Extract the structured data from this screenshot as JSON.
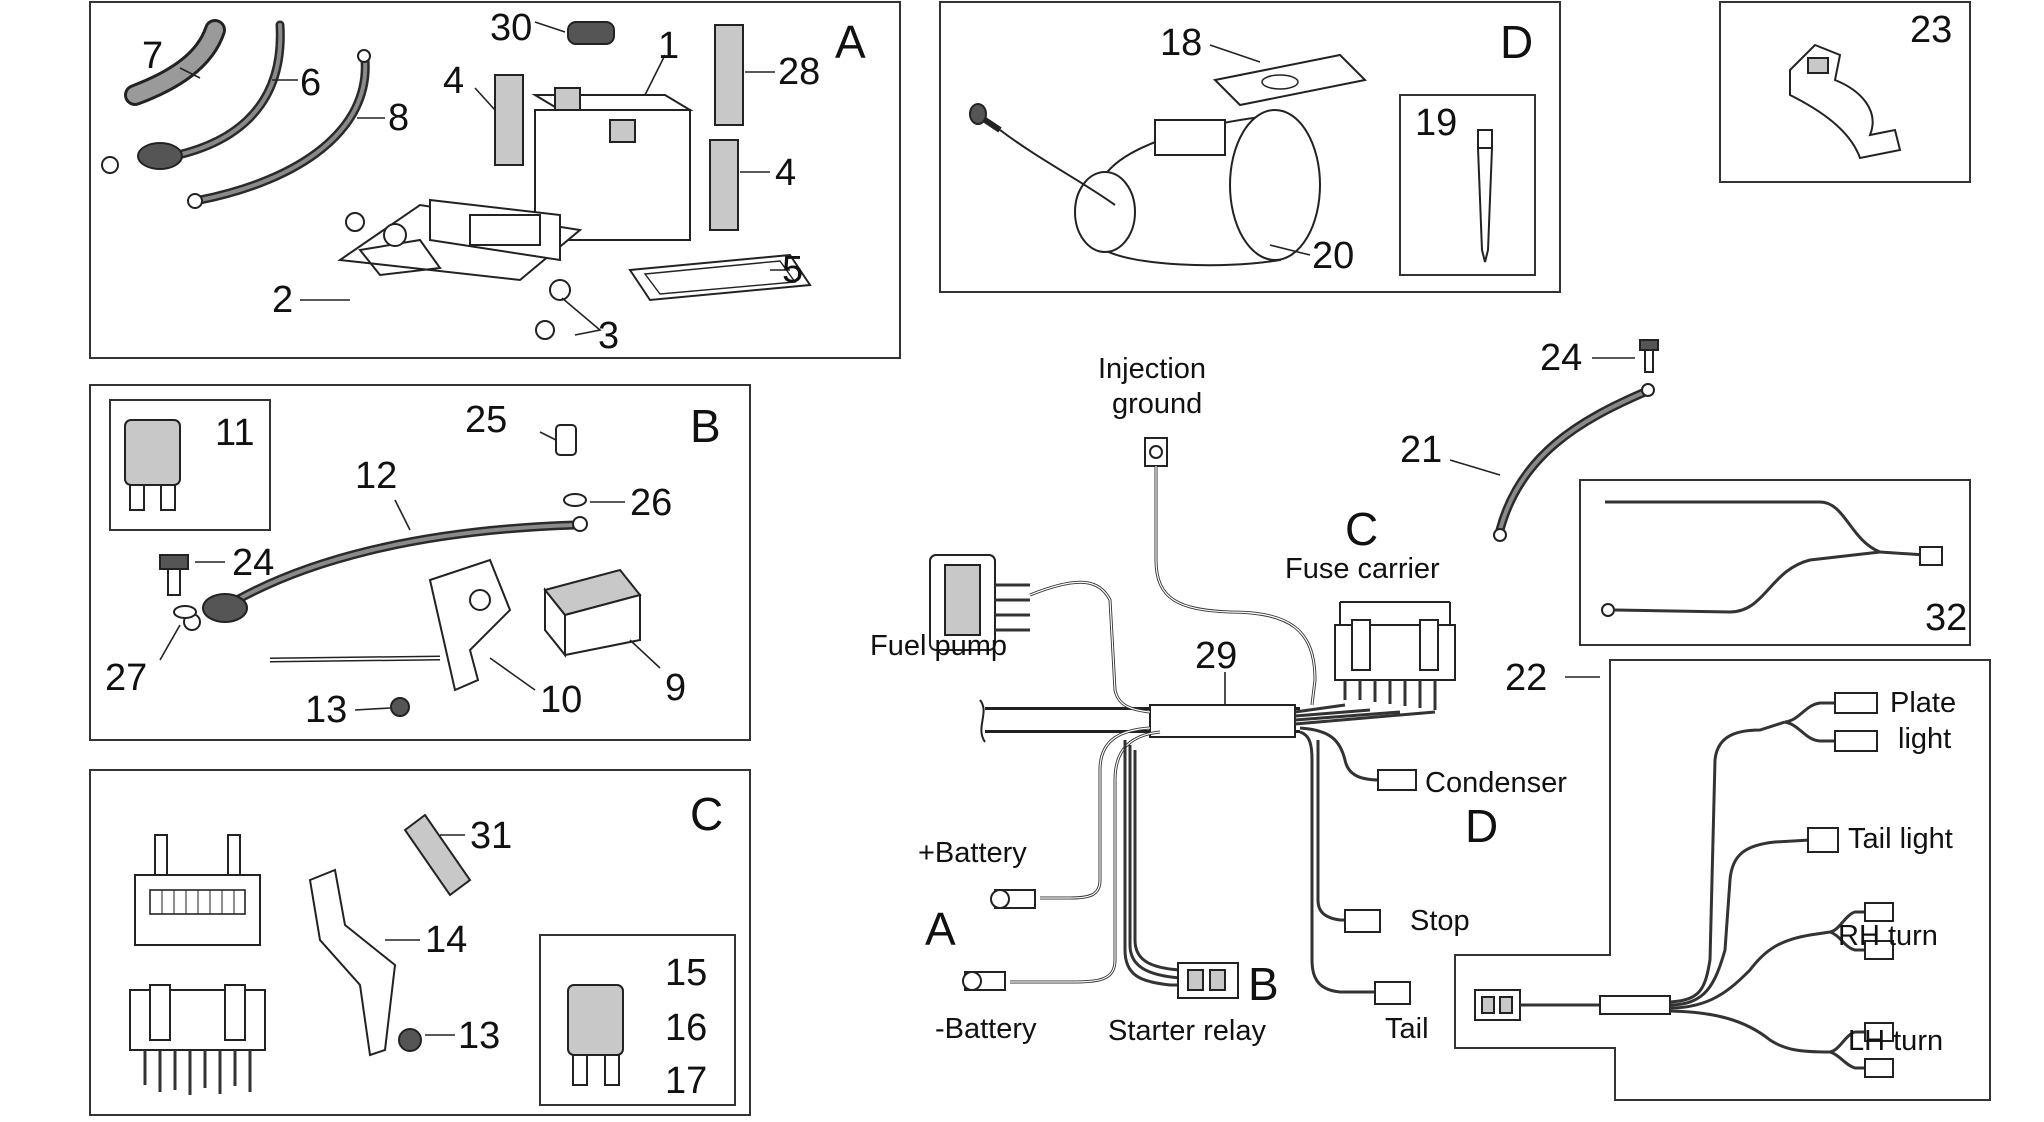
{
  "panels": {
    "A": {
      "letter": "A",
      "numbers": [
        "7",
        "6",
        "8",
        "30",
        "1",
        "4",
        "28",
        "4",
        "5",
        "2",
        "3"
      ]
    },
    "B": {
      "letter": "B",
      "numbers": [
        "11",
        "25",
        "12",
        "26",
        "24",
        "27",
        "13",
        "10",
        "9"
      ]
    },
    "C": {
      "letter": "C",
      "numbers": [
        "31",
        "14",
        "13",
        "15",
        "16",
        "17"
      ]
    },
    "D": {
      "letter": "D",
      "numbers": [
        "18",
        "19",
        "20"
      ]
    },
    "p23": {
      "number": "23"
    },
    "p32": {
      "number": "32"
    }
  },
  "harness": {
    "labels": {
      "injection_ground_1": "Injection",
      "injection_ground_2": "ground",
      "fuel_pump": "Fuel pump",
      "fuse_carrier": "Fuse carrier",
      "condenser": "Condenser",
      "plus_battery": "+Battery",
      "minus_battery": "-Battery",
      "starter_relay": "Starter relay",
      "stop": "Stop",
      "tail": "Tail"
    },
    "letters": {
      "C": "C",
      "D": "D",
      "A": "A",
      "B": "B"
    },
    "numbers": {
      "n29": "29",
      "n24": "24",
      "n21": "21",
      "n22": "22"
    }
  },
  "taillight_panel": {
    "labels": {
      "plate_1": "Plate",
      "plate_2": "light",
      "tail_light": "Tail light",
      "rh_turn": "RH turn",
      "lh_turn": "LH turn"
    }
  }
}
